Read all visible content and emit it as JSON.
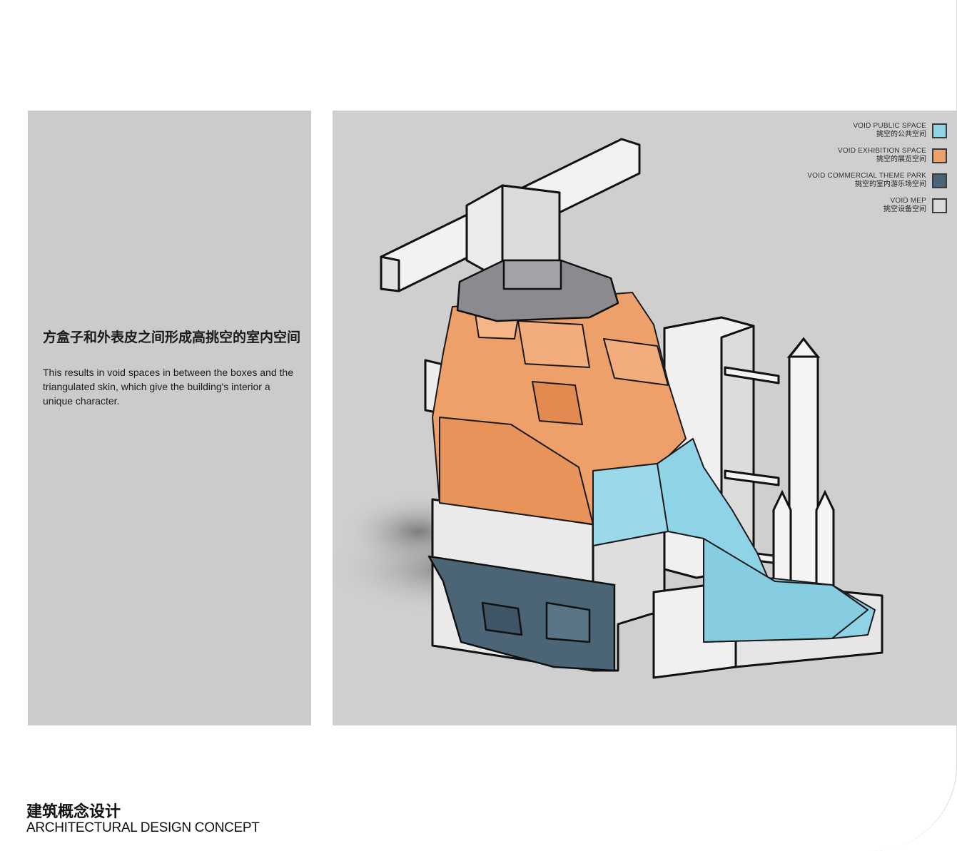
{
  "panel": {
    "title": "方盒子和外表皮之间形成高挑空的室内空间",
    "body": "This results in void spaces in between the boxes and the triangulated skin, which give the building's interior a unique character."
  },
  "legend": [
    {
      "en": "VOID PUBLIC SPACE",
      "cn": "挑空的公共空间",
      "color": "#8fd3e6"
    },
    {
      "en": "VOID EXHIBITION SPACE",
      "cn": "挑空的展览空间",
      "color": "#eea06a"
    },
    {
      "en": "VOID COMMERCIAL THEME PARK",
      "cn": "挑空的室内游乐场空间",
      "color": "#4b6576"
    },
    {
      "en": "VOID MEP",
      "cn": "挑空设备空间",
      "color": "#d9d9d9"
    }
  ],
  "footer": {
    "title_cn": "建筑概念设计",
    "title_en": "ARCHITECTURAL DESIGN CONCEPT"
  }
}
